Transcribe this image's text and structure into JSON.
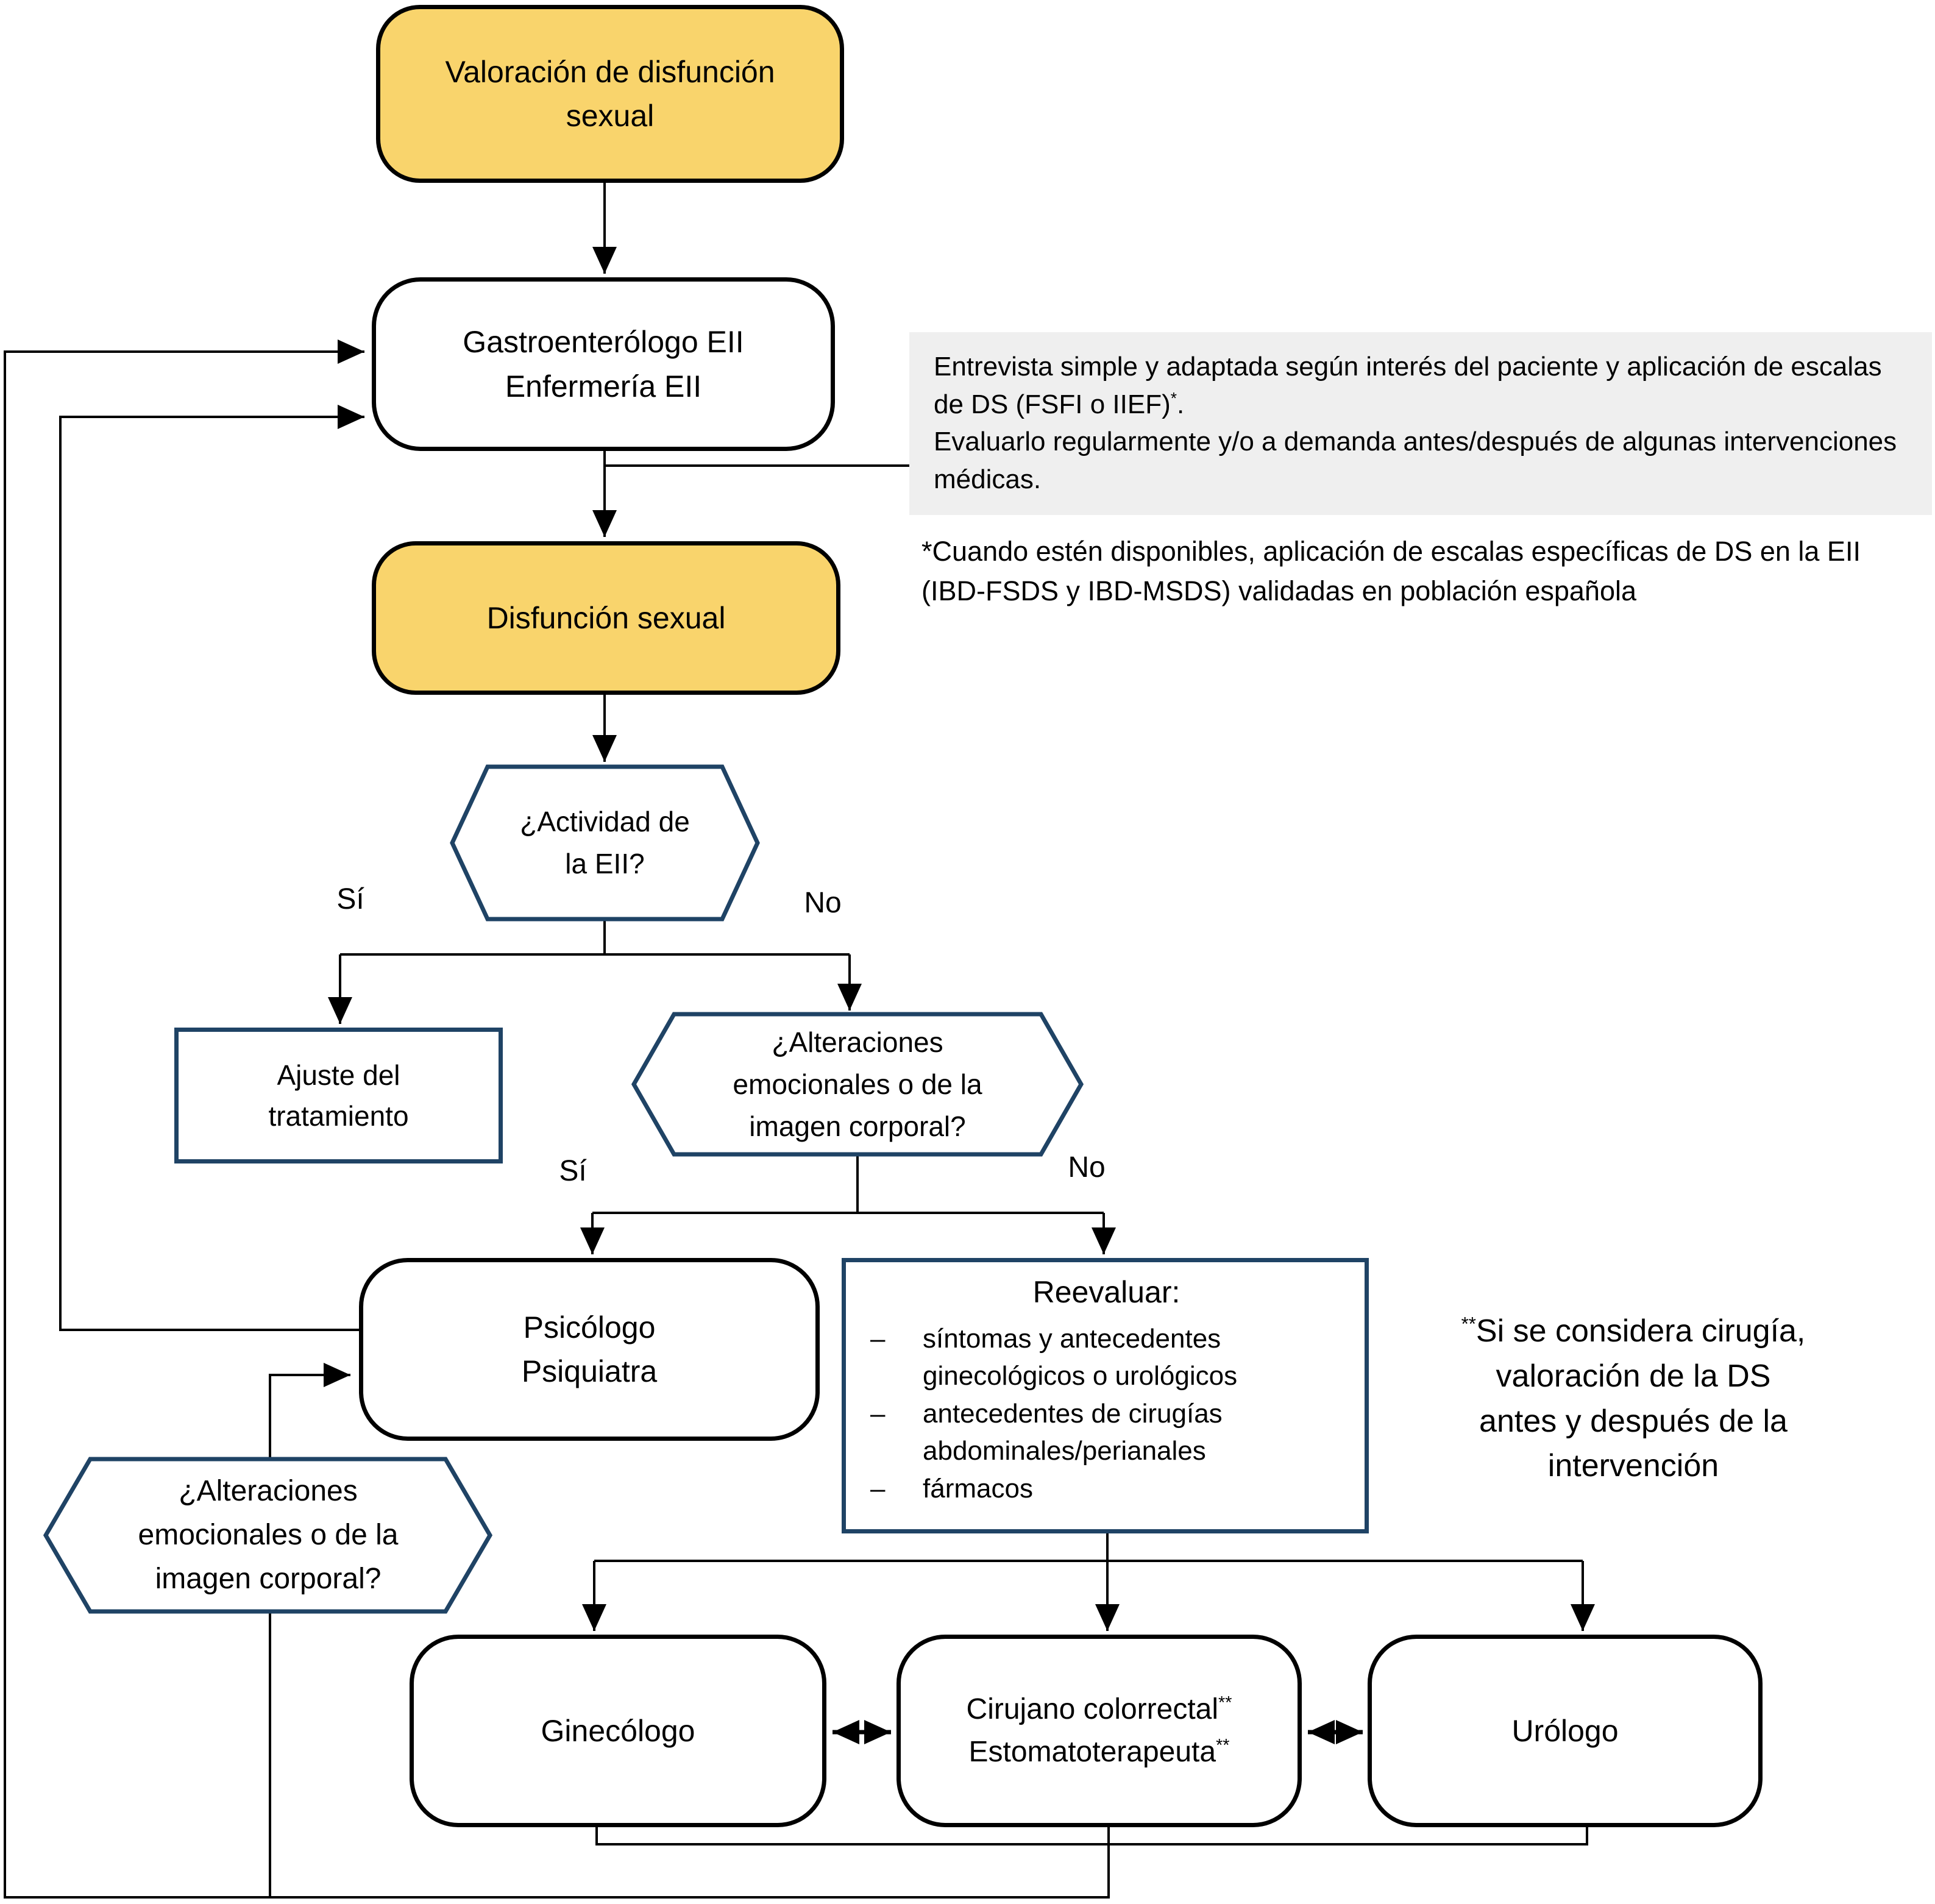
{
  "diagram": {
    "colors": {
      "highlight": "#F9D46C",
      "outline": "#1F4365",
      "note_bg": "#EFEFEF",
      "line": "#000000"
    },
    "labels": {
      "yes": "Sí",
      "no": "No",
      "dash": "–"
    },
    "nodes": {
      "valoracion": {
        "label": "Valoración de disfunción sexual"
      },
      "gastro": {
        "line1": "Gastroenterólogo EII",
        "line2": "Enfermería EII"
      },
      "disfuncion": {
        "label": "Disfunción sexual"
      },
      "hex_actividad": {
        "line1": "¿Actividad de",
        "line2": "la EII?"
      },
      "ajuste": {
        "line1": "Ajuste del",
        "line2": "tratamiento"
      },
      "hex_alteraciones": {
        "line1": "¿Alteraciones",
        "line2": "emocionales o de la",
        "line3": "imagen corporal?"
      },
      "psicologo": {
        "line1": "Psicólogo",
        "line2": "Psiquiatra"
      },
      "reevaluar": {
        "title": "Reevaluar:",
        "items": [
          "síntomas y antecedentes ginecológicos o  urológicos",
          "antecedentes de cirugías abdominales/perianales",
          "fármacos"
        ]
      },
      "hex_alteraciones_left": {
        "line1": "¿Alteraciones",
        "line2": "emocionales o de la",
        "line3": "imagen corporal?"
      },
      "ginecologo": {
        "label": "Ginecólogo"
      },
      "cirujano": {
        "line1": "Cirujano colorrectal",
        "line1_sup": "**",
        "line2": "Estomatoterapeuta",
        "line2_sup": "**"
      },
      "urologo": {
        "label": "Urólogo"
      }
    },
    "notes": {
      "interview": {
        "part1": "Entrevista simple y adaptada según interés del paciente y aplicación de escalas de DS (FSFI o IIEF)",
        "sup": "*",
        "part2": ".",
        "line2": "Evaluarlo regularmente y/o a demanda antes/después de algunas intervenciones médicas."
      },
      "footnote": "*Cuando estén disponibles, aplicación de escalas específicas de DS en la EII (IBD-FSDS y IBD-MSDS) validadas en población española",
      "surgery": {
        "sup": "**",
        "text": "Si se considera cirugía, valoración de la DS antes y después de la intervención"
      }
    }
  }
}
